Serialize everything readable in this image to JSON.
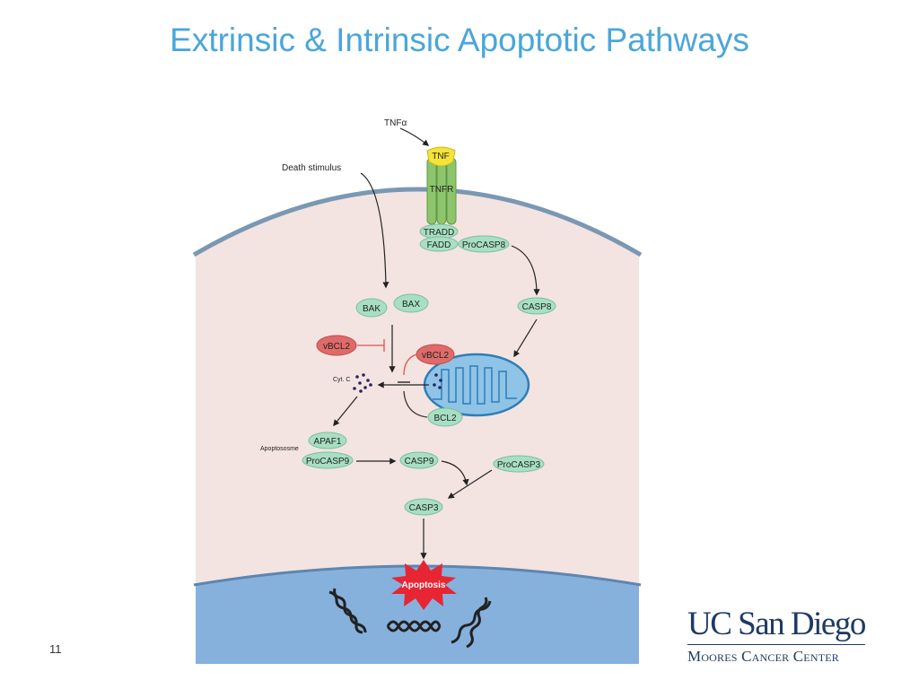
{
  "slide": {
    "title": "Extrinsic & Intrinsic Apoptotic Pathways",
    "number": "11"
  },
  "diagram": {
    "labels": {
      "tnfa": "TNFα",
      "death_stimulus": "Death stimulus",
      "cyt_c": "Cyt. C",
      "apoptosome": "Apoptososme"
    },
    "nodes": {
      "tnf": "TNF",
      "tnfr": "TNFR",
      "tradd": "TRADD",
      "fadd": "FADD",
      "procasp8": "ProCASP8",
      "casp8": "CASP8",
      "bak": "BAK",
      "bax": "BAX",
      "vbcl2_left": "vBCL2",
      "vbcl2_mito": "vBCL2",
      "bcl2": "BCL2",
      "apaf1": "APAF1",
      "procasp9": "ProCASP9",
      "casp9": "CASP9",
      "procasp3": "ProCASP3",
      "casp3": "CASP3",
      "apoptosis": "Apoptosis"
    },
    "colors": {
      "cytoplasm": "#f3e4e1",
      "membrane": "#7a98b4",
      "nucleus": "#86b1dd",
      "protein": "#a8dfc3",
      "inhibitor": "#e06a6a",
      "receptor": "#8dc46c",
      "ligand": "#f4e43a",
      "apoptosis": "#e82533",
      "mitochondrion": "#8fc4e6"
    }
  },
  "logo": {
    "main": "UC San Diego",
    "sub": "Moores Cancer Center"
  }
}
